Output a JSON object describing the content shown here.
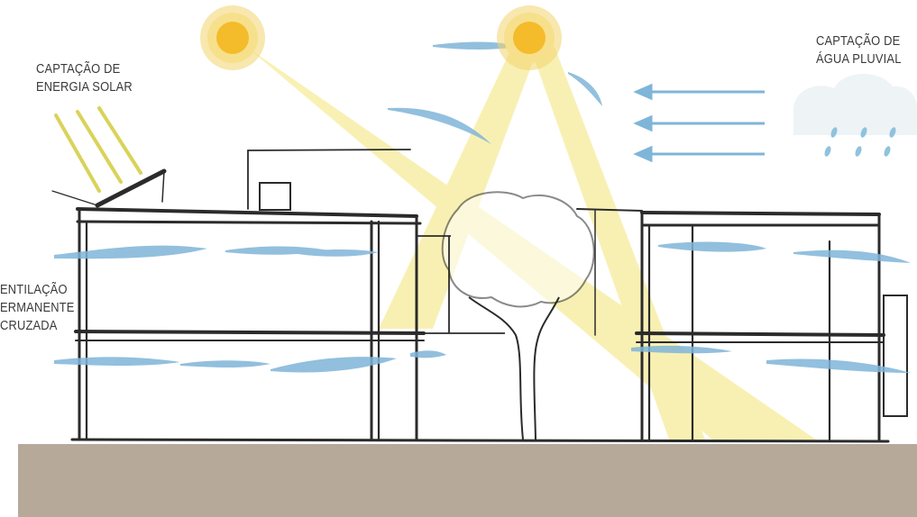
{
  "labels": {
    "solar": [
      "CAPTAÇÃO DE",
      "ENERGIA SOLAR"
    ],
    "rain": [
      "CAPTAÇÃO DE",
      "ÁGUA PLUVIAL"
    ],
    "ventilation": [
      "ENTILAÇÃO",
      "ERMANENTE",
      "CRUZADA"
    ]
  },
  "colors": {
    "sun": "#f3d36b",
    "sun_core": "#f4bb2a",
    "sunbeam": "#f6ec9a",
    "wind": "#7fb5d8",
    "rain": "#8ec3de",
    "ground": "#b6a99a",
    "ink": "#2b2b2b"
  }
}
